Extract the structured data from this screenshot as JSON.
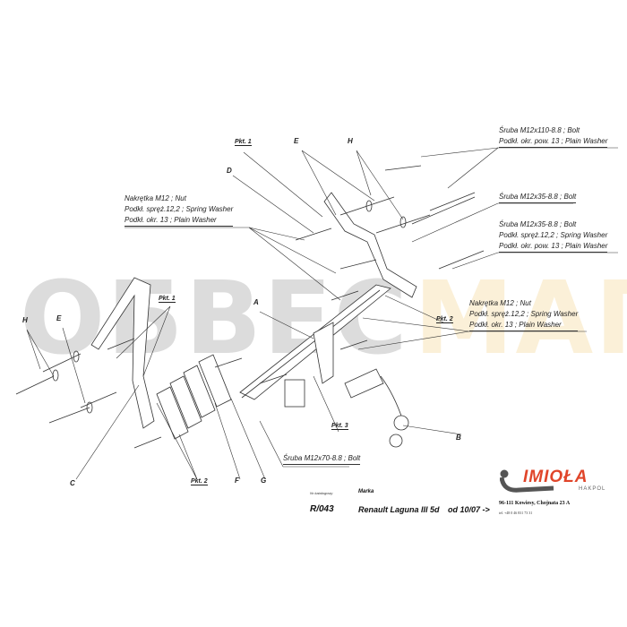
{
  "watermark": {
    "part1": "ОБВЕС",
    "part2": "МАГ",
    "color1": "#dcdcdc",
    "color2": "#fbf0d8"
  },
  "callouts": {
    "top_right_1": [
      "Śruba M12x110-8.8 ;  Bolt",
      "Podkł. okr. pow. 13 ; Plain Washer"
    ],
    "top_right_2": [
      "Śruba M12x35-8.8 ;  Bolt"
    ],
    "top_right_3": [
      "Śruba M12x35-8.8 ;  Bolt",
      "Podkł. spręż.12,2 ; Spring Washer",
      "Podkł. okr. pow. 13 ; Plain Washer"
    ],
    "right_nut": [
      "Nakrętka  M12 ; Nut",
      "Podkł. spręż.12,2 ; Spring Washer",
      "Podkł. okr. 13 ; Plain Washer"
    ],
    "left_nut": [
      "Nakrętka  M12 ; Nut",
      "Podkł. spręż.12,2 ; Spring Washer",
      "Podkł. okr. 13 ; Plain Washer"
    ],
    "bottom_bolt": [
      "Śruba M12x70-8.8 ;  Bolt"
    ]
  },
  "letters": {
    "A": "A",
    "B": "B",
    "C": "C",
    "D": "D",
    "E": "E",
    "F": "F",
    "G": "G",
    "H": "H"
  },
  "points": {
    "pkt1": "Pkt. 1",
    "pkt2": "Pkt. 2",
    "pkt3": "Pkt. 3"
  },
  "footer": {
    "catalog_label": "Nr katalogowy",
    "catalog_no": "R/043",
    "brand_label": "Marka",
    "model": "Renault Laguna III 5d",
    "from": "od  10/07 ->",
    "address": "96-111 Kowiesy, Chojnata 23 A",
    "phone": "tel. +48 0 46 831 73 31"
  },
  "logo": {
    "name": "IMIOŁA",
    "sub": "HAKPOL",
    "color": "#e0452a"
  }
}
